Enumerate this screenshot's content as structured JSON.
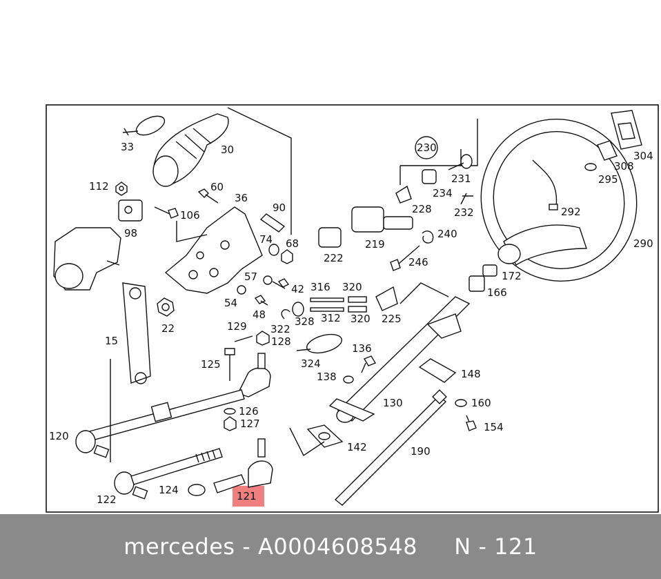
{
  "footer": {
    "brand": "mercedes",
    "separator1": " - ",
    "part_number": "A0004608548",
    "gap": "     ",
    "ref_prefix": "N - ",
    "ref_number": "121"
  },
  "highlight": {
    "label": "121",
    "color": "#f08080"
  },
  "labels": {
    "l33": "33",
    "l30": "30",
    "l112": "112",
    "l60": "60",
    "l36": "36",
    "l90": "90",
    "l106": "106",
    "l98": "98",
    "l74": "74",
    "l68": "68",
    "l57": "57",
    "l42": "42",
    "l54": "54",
    "l48": "48",
    "l22": "22",
    "l15": "15",
    "l129": "129",
    "l128": "128",
    "l322": "322",
    "l125": "125",
    "l126": "126",
    "l127": "127",
    "l120": "120",
    "l124": "124",
    "l122": "122",
    "l121": "121",
    "l230": "230",
    "l231": "231",
    "l234": "234",
    "l228": "228",
    "l232": "232",
    "l240": "240",
    "l219": "219",
    "l222": "222",
    "l246": "246",
    "l316": "316",
    "l320a": "320",
    "l312": "312",
    "l320b": "320",
    "l225": "225",
    "l328": "328",
    "l324": "324",
    "l136": "136",
    "l138": "138",
    "l130": "130",
    "l142": "142",
    "l148": "148",
    "l160": "160",
    "l154": "154",
    "l190": "190",
    "l304": "304",
    "l308": "308",
    "l295": "295",
    "l292": "292",
    "l290": "290",
    "l172": "172",
    "l166": "166"
  }
}
